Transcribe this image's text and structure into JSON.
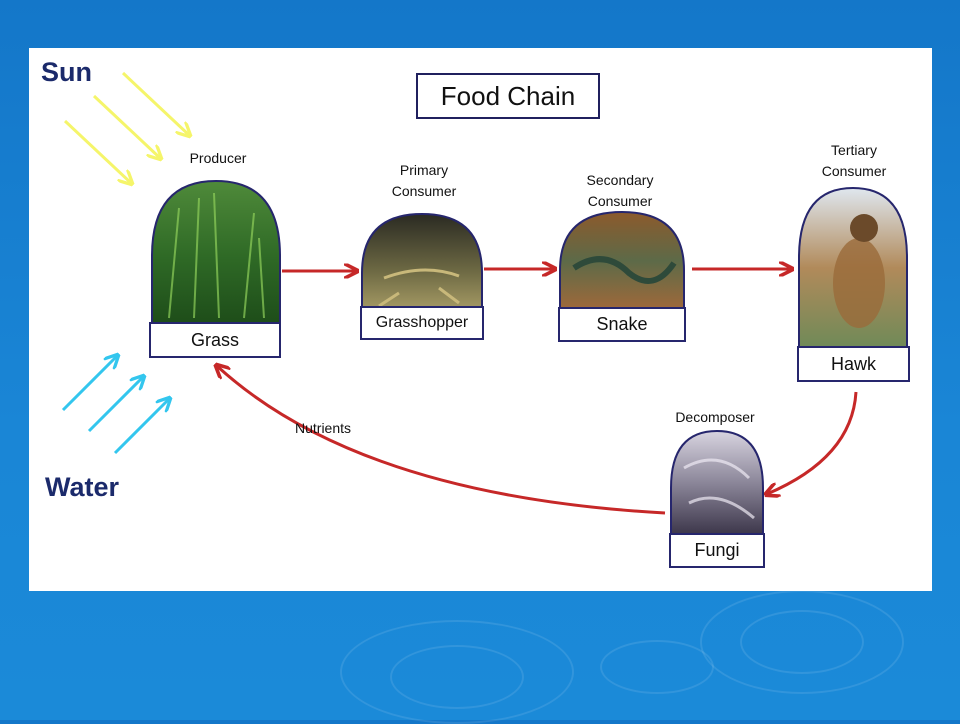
{
  "title": "Food Chain",
  "inputs": {
    "sun": "Sun",
    "water": "Water"
  },
  "nodes": {
    "grass": {
      "role": "Producer",
      "name": "Grass"
    },
    "grasshopper": {
      "role": "Primary Consumer",
      "name": "Grasshopper"
    },
    "snake": {
      "role": "Secondary Consumer",
      "name": "Snake"
    },
    "hawk": {
      "role": "Tertiary Consumer",
      "name": "Hawk"
    },
    "fungi": {
      "role": "Decomposer",
      "name": "Fungi"
    }
  },
  "edges": {
    "nutrients_label": "Nutrients"
  },
  "colors": {
    "sun": "#f5f56a",
    "water": "#33c6ee",
    "arrow": "#c62828",
    "outline": "#26266d"
  }
}
